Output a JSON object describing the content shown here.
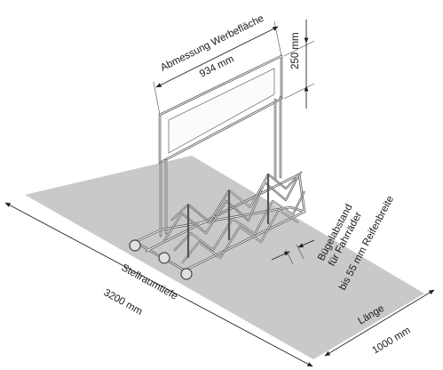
{
  "labels": {
    "advertising_area_title": "Abmessung Werbefläche",
    "width_advertising": "934 mm",
    "height_advertising": "250 mm",
    "hoop_spacing_line1": "Bügelabstand",
    "hoop_spacing_line2": "für Fahrräder",
    "hoop_spacing_line3": "bis 55 mm Reifenbreite",
    "parking_depth_label": "Stellraumtiefe",
    "parking_depth_value": "3200 mm",
    "length_label": "Länge",
    "length_value": "1000 mm"
  },
  "colors": {
    "floor_area": "#c9c9c9",
    "tube": "#5a5a5a",
    "dimension_line": "#222222"
  }
}
